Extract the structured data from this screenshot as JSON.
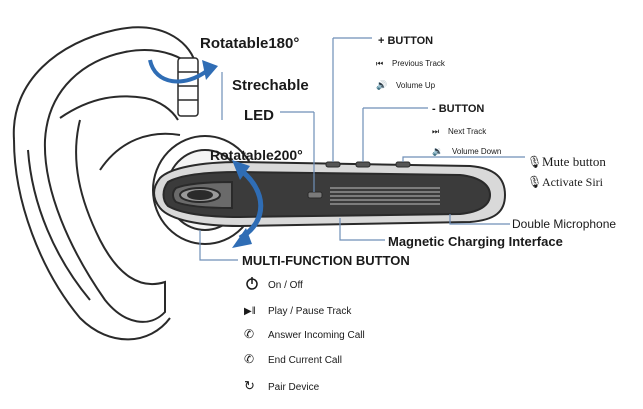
{
  "labels": {
    "rotatable180": "Rotatable180°",
    "strechable": "Strechable",
    "led": "LED",
    "rotatable200": "Rotatable200°",
    "plus_button": "+ BUTTON",
    "previous_track": "Previous Track",
    "volume_up": "Volume Up",
    "minus_button": "- BUTTON",
    "next_track": "Next Track",
    "volume_down": "Volume Down",
    "mute_button": "Mute button",
    "activate_siri": "Activate Siri",
    "double_microphone": "Double Microphone",
    "magnetic_charging": "Magnetic Charging Interface",
    "multi_function": "MULTI-FUNCTION BUTTON"
  },
  "multi_function_items": [
    {
      "icon": "power-icon",
      "label": "On / Off"
    },
    {
      "icon": "play-pause-icon",
      "label": "Play / Pause Track"
    },
    {
      "icon": "answer-call-icon",
      "label": "Answer Incoming Call"
    },
    {
      "icon": "end-call-icon",
      "label": "End Current Call"
    },
    {
      "icon": "pair-device-icon",
      "label": "Pair Device"
    }
  ],
  "colors": {
    "accent_blue": "#2f6db5",
    "outline": "#2a2a2a",
    "leader_line": "#6f8fb8"
  }
}
